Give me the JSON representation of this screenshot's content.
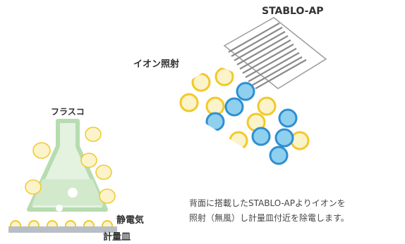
{
  "labels": {
    "device": "STABLO-AP",
    "ion": "イオン照射",
    "flask": "フラスコ",
    "static": "静電気",
    "dish": "計量皿"
  },
  "description": {
    "line1": "背面に搭載したSTABLO-APよりイオンを",
    "line2": "照射（無風）し計量皿付近を除電します。"
  },
  "colors": {
    "ion_blue": "#8fd0ef",
    "ion_blue_stroke": "#2f8fd0",
    "ion_yellow": "#fbf3c9",
    "ion_yellow_stroke": "#f1c92a",
    "flask_outline": "#b6dcb0",
    "flask_fill": "#e4f2e0",
    "dish": "#b8bec4",
    "louver": "#8a8a8a"
  }
}
